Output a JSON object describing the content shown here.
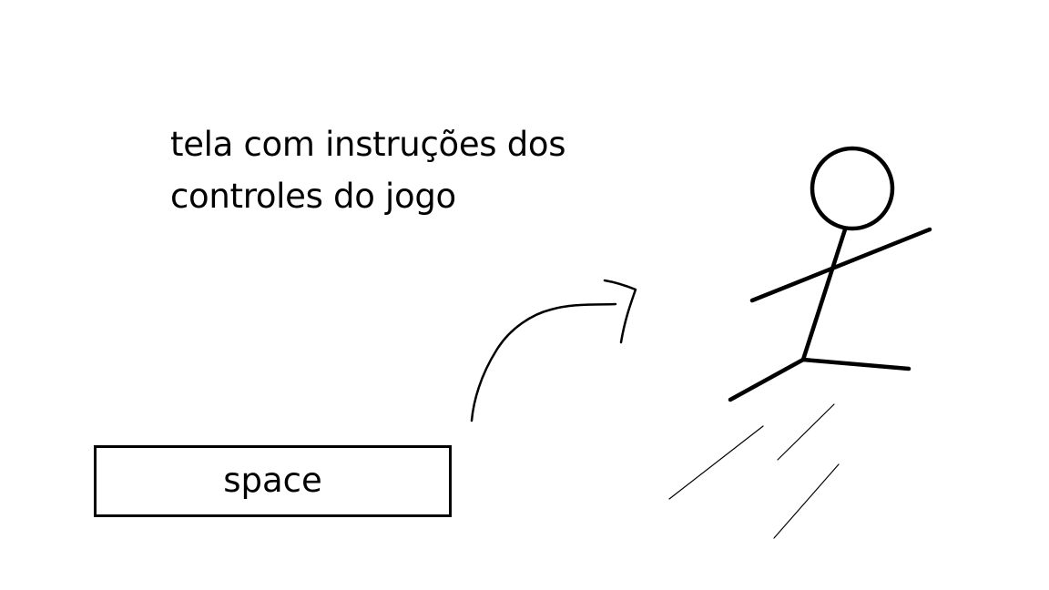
{
  "instructions": {
    "line1": "tela com instruções dos",
    "line2": "controles do jogo"
  },
  "key": {
    "label": "space"
  },
  "illustrations": {
    "arrow_icon": "curved-arrow-icon",
    "figure_icon": "stick-figure-jumping-icon",
    "motion_icon": "motion-lines-icon"
  }
}
